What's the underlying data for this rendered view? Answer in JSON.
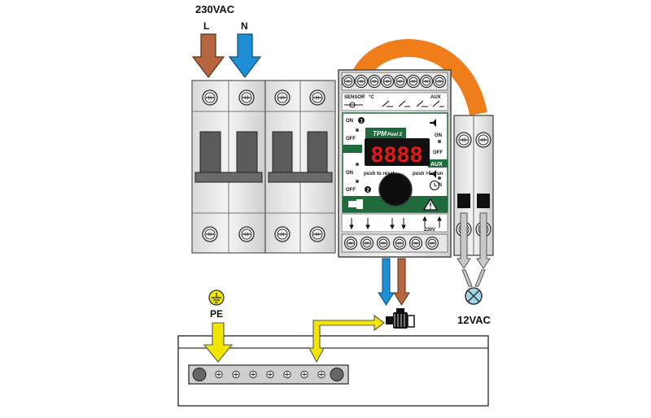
{
  "supply": {
    "voltage": "230VAC",
    "line": "L",
    "neutral": "N"
  },
  "controller": {
    "brand": "TPM",
    "model": "Pool 2",
    "display": "8888",
    "on1": "ON",
    "off1": "OFF",
    "on2": "ON",
    "off2": "OFF",
    "right_on1": "ON",
    "right_off": "OFF",
    "right_on2": "ON",
    "aux_top": "AUX",
    "aux_mid": "AUX",
    "sensor": "SENSOR",
    "deg": "°C",
    "push_reset": "push to reset",
    "push_run": "push >5s run",
    "voltage_label": "230V"
  },
  "lamp_voltage": "12VAC",
  "earth_label": "PE",
  "colors": {
    "brown": "#b5653f",
    "blue": "#1e8fd5",
    "yellow": "#f2e600",
    "orange": "#ef7d1a",
    "green": "#1f6b3c",
    "grey": "#c8c8c8",
    "red_display": "#e01b1b"
  },
  "icons": [
    "earth-icon",
    "pump-motor-icon",
    "lamp-icon",
    "clock-icon",
    "warning-icon",
    "speaker-icon"
  ]
}
